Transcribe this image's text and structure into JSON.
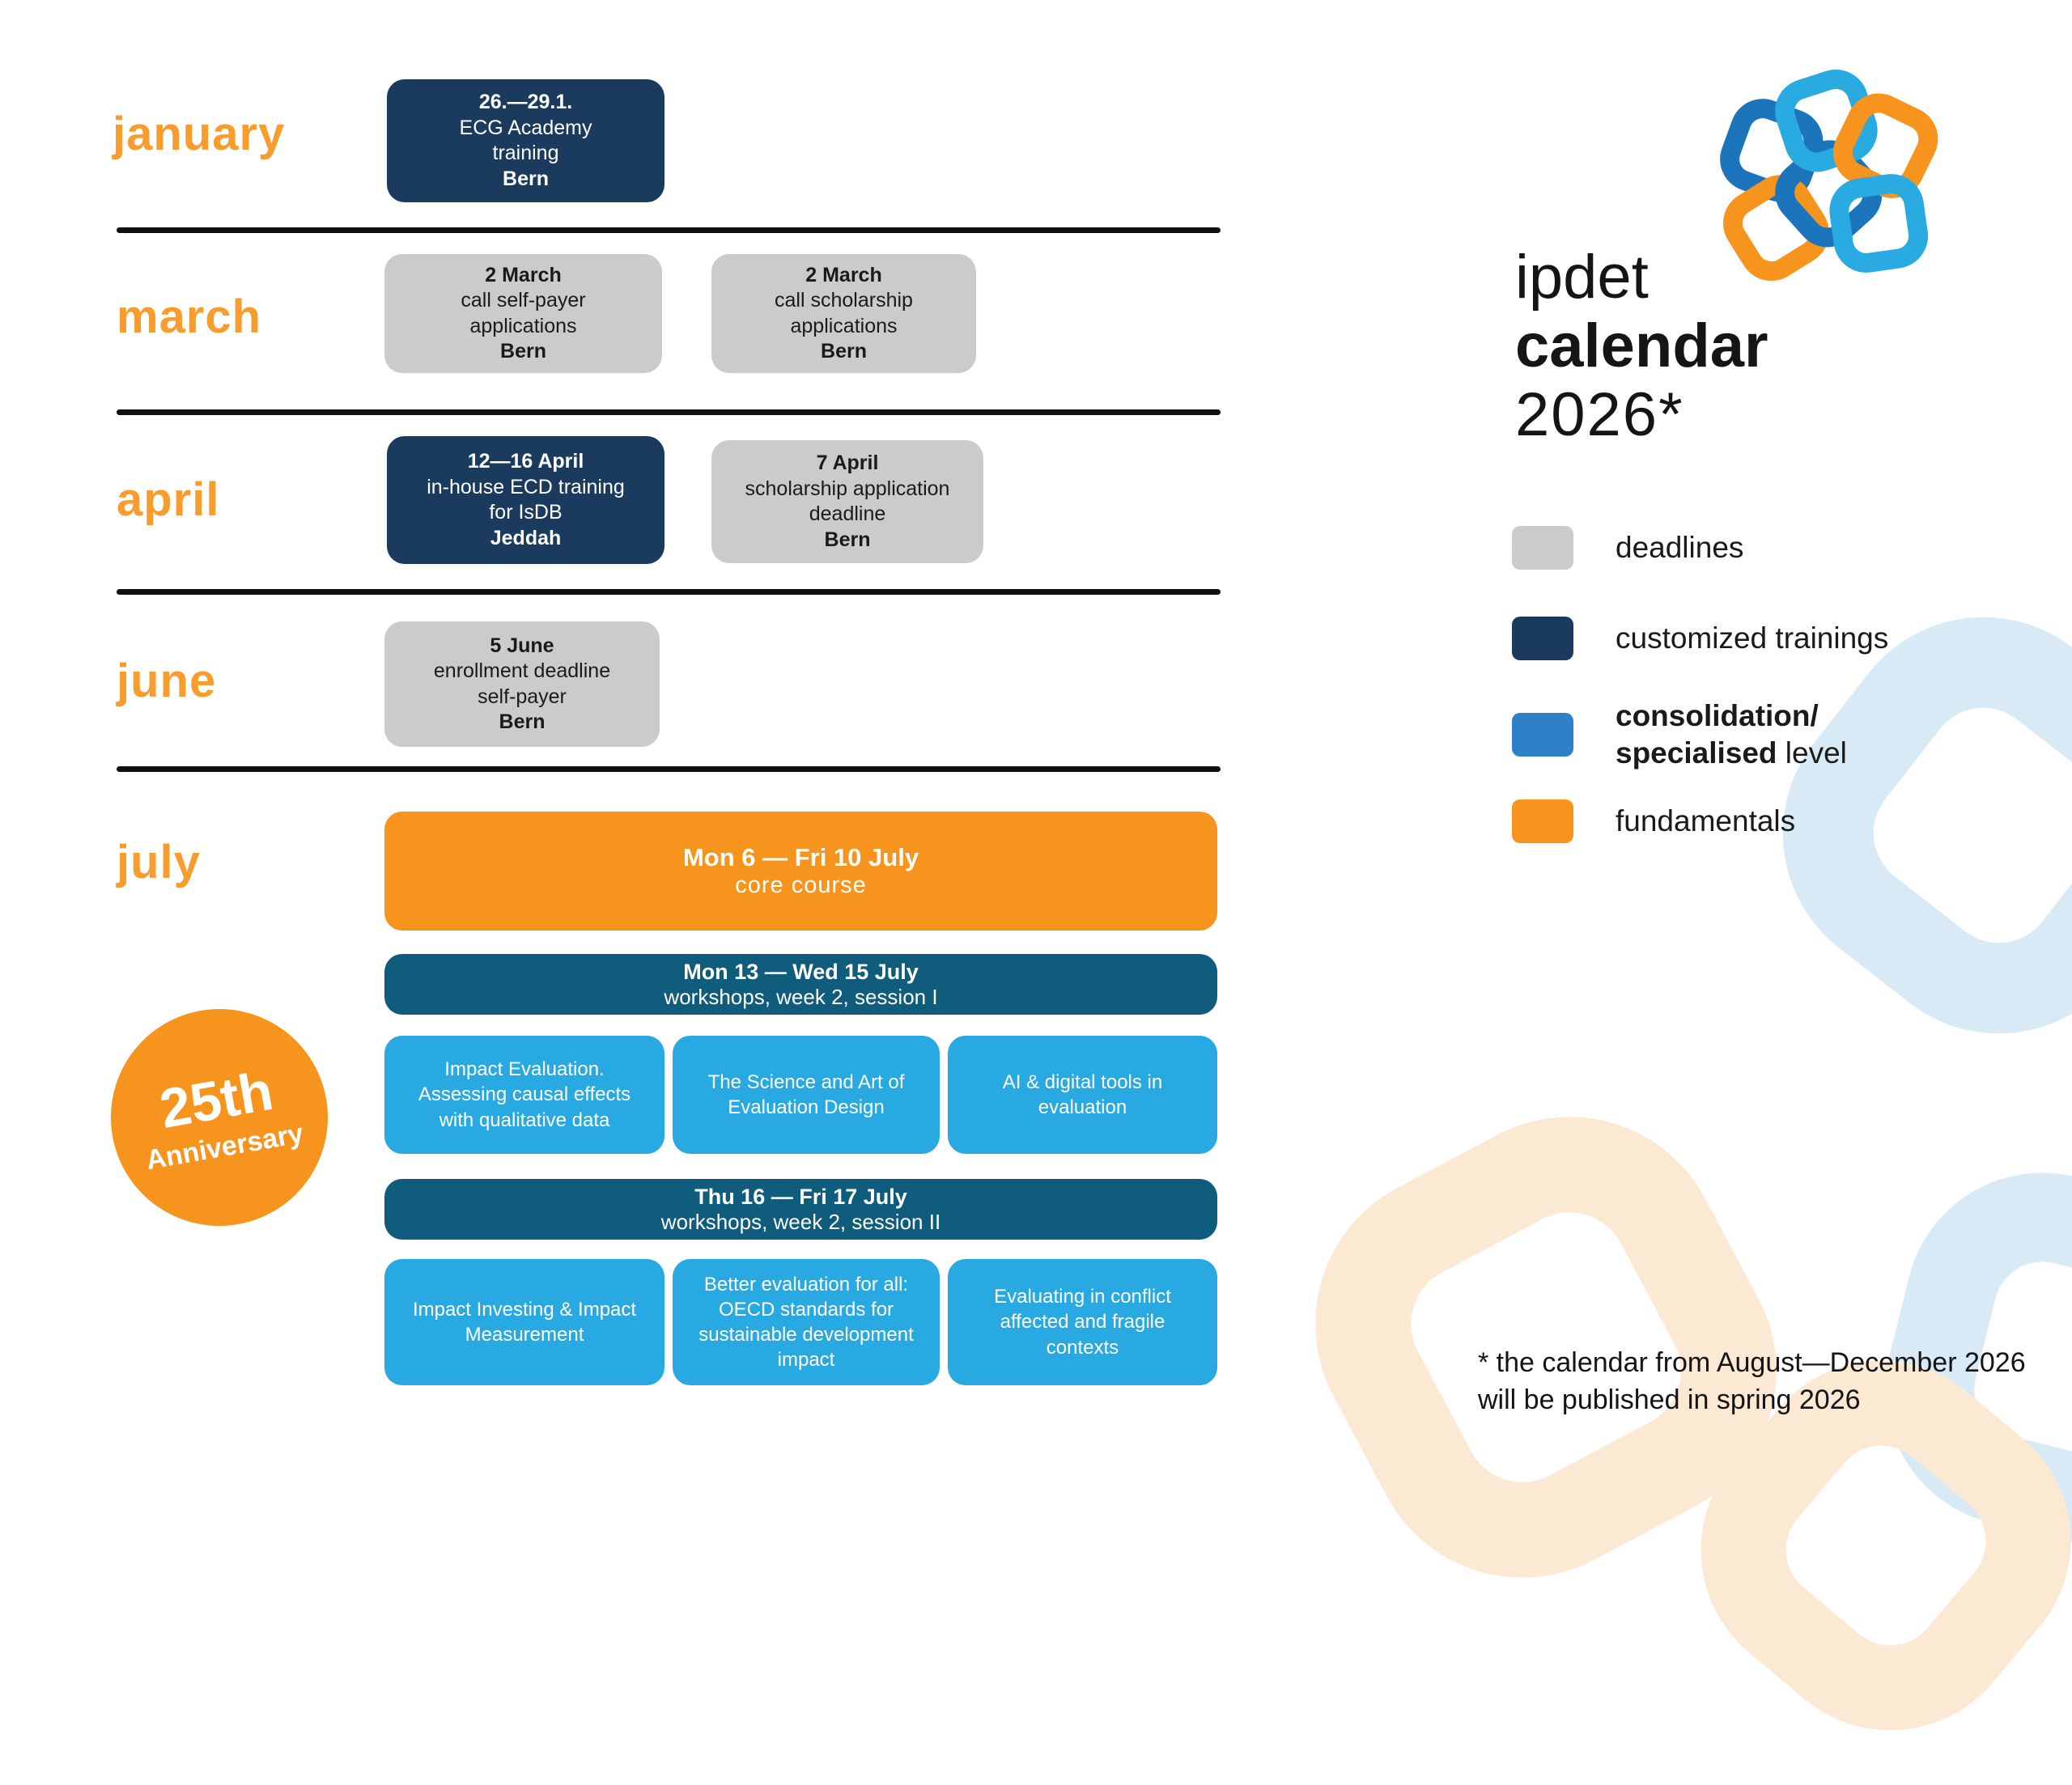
{
  "brand": {
    "title_line1": "ipdet",
    "title_line2": "calendar",
    "title_line3": "2026*"
  },
  "months": {
    "january": {
      "label": "january"
    },
    "march": {
      "label": "march"
    },
    "april": {
      "label": "april"
    },
    "june": {
      "label": "june"
    },
    "july": {
      "label": "july"
    }
  },
  "events": {
    "jan_ecg": {
      "date": "26.—29.1.",
      "title": "ECG Academy training",
      "location": "Bern"
    },
    "mar_self_payer": {
      "date": "2 March",
      "title": "call self-payer applications",
      "location": "Bern"
    },
    "mar_scholarship": {
      "date": "2 March",
      "title": "call scholarship applications",
      "location": "Bern"
    },
    "apr_ecd": {
      "date": "12—16 April",
      "title": "in-house ECD training for IsDB",
      "location": "Jeddah"
    },
    "apr_scholarship": {
      "date": "7 April",
      "title": "scholarship application deadline",
      "location": "Bern"
    },
    "jun_enrollment": {
      "date": "5 June",
      "title": "enrollment deadline self-payer",
      "location": "Bern"
    },
    "jul_core": {
      "date": "Mon 6 — Fri 10 July",
      "title": "core course"
    },
    "jul_session1": {
      "date": "Mon 13 — Wed 15 July",
      "title": "workshops, week 2, session I"
    },
    "jul_session2": {
      "date": "Thu 16 — Fri 17 July",
      "title": "workshops, week 2, session II"
    }
  },
  "workshops": {
    "session1": [
      "Impact Evaluation. Assessing causal effects with qualitative data",
      "The Science and Art of Evaluation Design",
      "AI & digital tools in evaluation"
    ],
    "session2": [
      "Impact Investing & Impact Measurement",
      "Better evaluation for all: OECD standards for sustainable development impact",
      "Evaluating in conflict affected and fragile contexts"
    ]
  },
  "anniversary": {
    "top": "25th",
    "bottom": "Anniversary"
  },
  "legend": {
    "deadlines": "deadlines",
    "customized": "customized trainings",
    "consolidation_bold_1": "consolidation/",
    "consolidation_bold_2": "specialised",
    "consolidation_rest": " level",
    "fundamentals": "fundamentals"
  },
  "footnote": {
    "line1": "* the calendar from August—December 2026",
    "line2": "will be published in spring 2026"
  },
  "colors": {
    "orange": "#F7941D",
    "navy": "#1B3B5E",
    "teal": "#0F5C7D",
    "workshop_blue": "#29A9E1",
    "legend_blue": "#2E80C7",
    "gray": "#CBCBCB",
    "month_orange": "#F89C2E",
    "deco_blue": "#D9EAF7",
    "deco_peach": "#FCE9D4"
  }
}
